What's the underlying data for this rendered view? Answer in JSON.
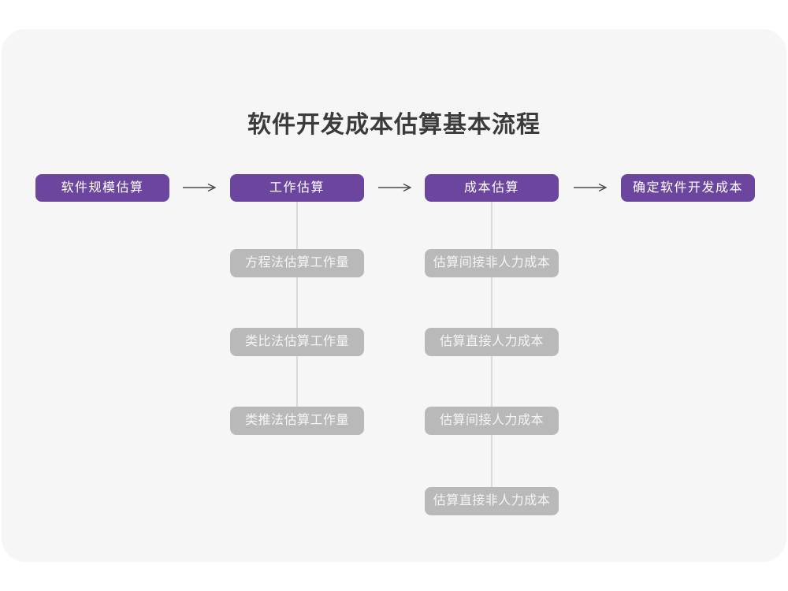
{
  "title": "软件开发成本估算基本流程",
  "colors": {
    "stage_background": "#6c469e",
    "stage_text": "#ffffff",
    "substep_background": "#b9b9b9",
    "substep_text": "#f5f5f5",
    "card_background": "#f6f6f7",
    "page_background": "#ffffff",
    "title_text": "#3b3b3b",
    "arrow": "#4a4a4a",
    "connector_line": "#d9d9d9"
  },
  "flow": {
    "stages": [
      {
        "label": "软件规模估算",
        "substeps": []
      },
      {
        "label": "工作估算",
        "substeps": [
          "方程法估算工作量",
          "类比法估算工作量",
          "类推法估算工作量"
        ]
      },
      {
        "label": "成本估算",
        "substeps": [
          "估算间接非人力成本",
          "估算直接人力成本",
          "估算间接人力成本",
          "估算直接非人力成本"
        ]
      },
      {
        "label": "确定软件开发成本",
        "substeps": []
      }
    ]
  }
}
